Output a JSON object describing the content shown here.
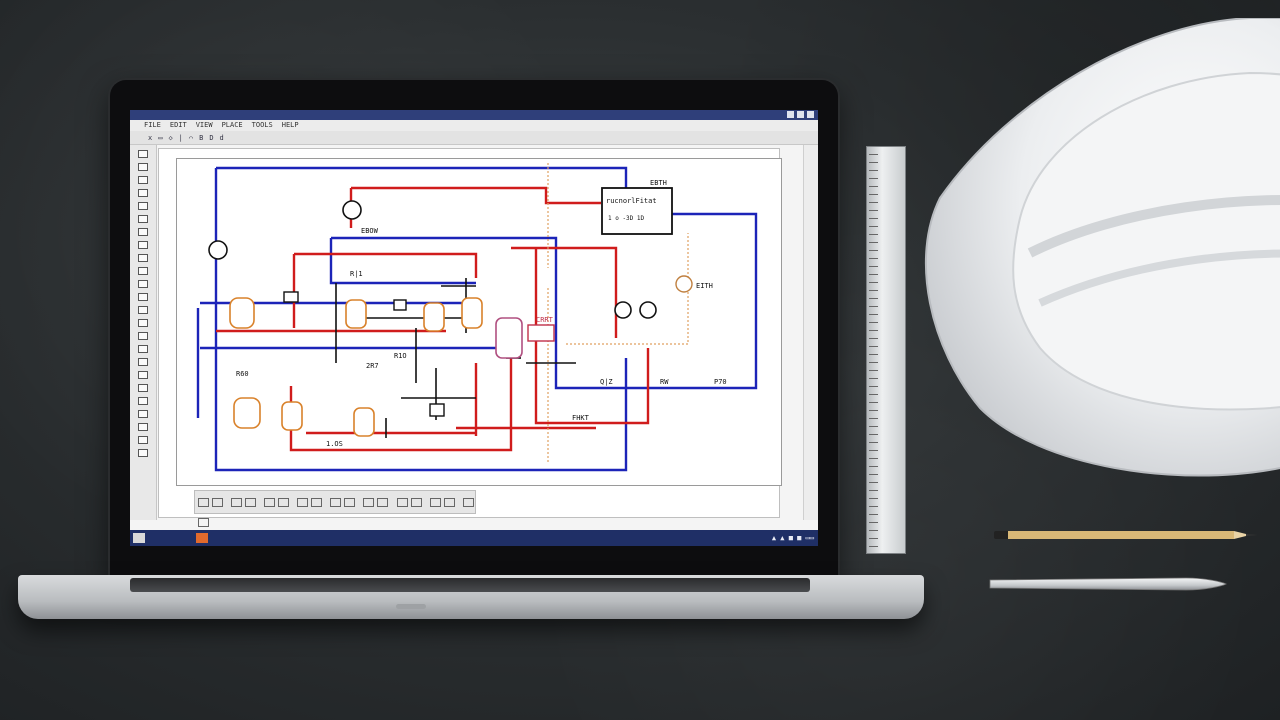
{
  "scene": {
    "objects": [
      "laptop",
      "ruler",
      "hard-hat",
      "pencil",
      "pen"
    ]
  },
  "app": {
    "menu_items": [
      "FILE",
      "EDIT",
      "VIEW",
      "PLACE",
      "TOOLS",
      "HELP"
    ],
    "toolbar_items": [
      "x",
      "▭",
      "◇",
      "|",
      "⌒",
      "B",
      "D",
      "d"
    ],
    "status_text": "▲ ▲ ■ ■ ▭▭"
  },
  "schematic": {
    "labels": {
      "controller_box": "rucnorlFitat",
      "controller_sub": "1 o -3D 1D",
      "top_right": "EBTH",
      "signal_1": "EBOW",
      "signal_2": "EITH",
      "block_left": "R|1",
      "node_a": "2R7",
      "node_b": "R1O",
      "node_c": "R60",
      "node_d": "CRRT",
      "bottom_a": "1.OS",
      "bottom_b": "FHKT",
      "right_a": "Q|Z",
      "right_b": "RW",
      "right_c": "P70"
    },
    "colors": {
      "red_wire": "#d01c1c",
      "blue_wire": "#1c24b8",
      "orange_component": "#d9822b",
      "black_wire": "#111111"
    }
  }
}
